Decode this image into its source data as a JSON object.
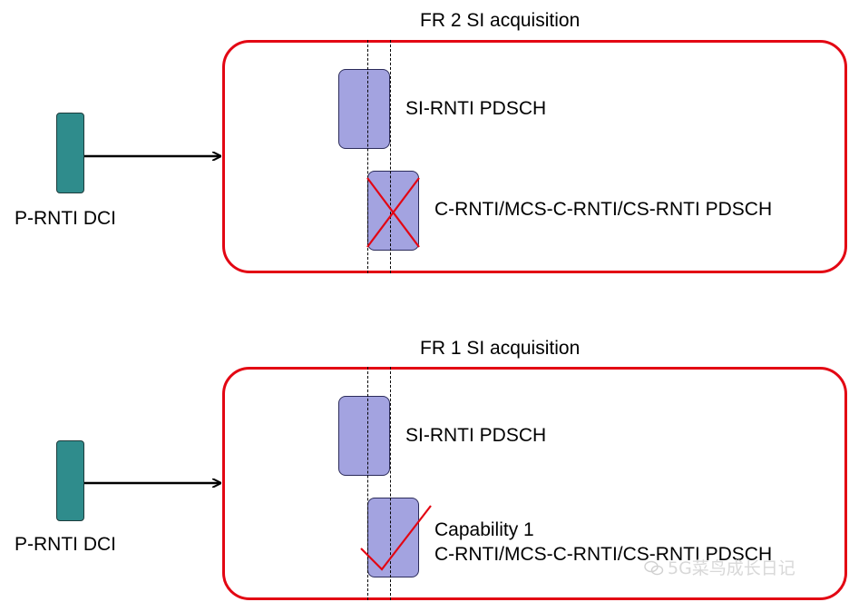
{
  "diagrams": [
    {
      "title": "FR 2  SI acquisition",
      "dci_label": "P-RNTI  DCI",
      "pdsch1_label": "SI-RNTI  PDSCH",
      "pdsch2_label_line1": "",
      "pdsch2_label_line2": "C-RNTI/MCS-C-RNTI/CS-RNTI  PDSCH",
      "pdsch2_status": "not-allowed"
    },
    {
      "title": "FR 1  SI acquisition",
      "dci_label": "P-RNTI  DCI",
      "pdsch1_label": "SI-RNTI  PDSCH",
      "pdsch2_label_line1": "Capability 1",
      "pdsch2_label_line2": "C-RNTI/MCS-C-RNTI/CS-RNTI  PDSCH",
      "pdsch2_status": "allowed"
    }
  ],
  "watermark": "5G菜鸟成长日记",
  "colors": {
    "frame": "#e30613",
    "dci": "#2f8c8c",
    "pdsch": "#a3a3e0",
    "mark": "#e30613"
  }
}
